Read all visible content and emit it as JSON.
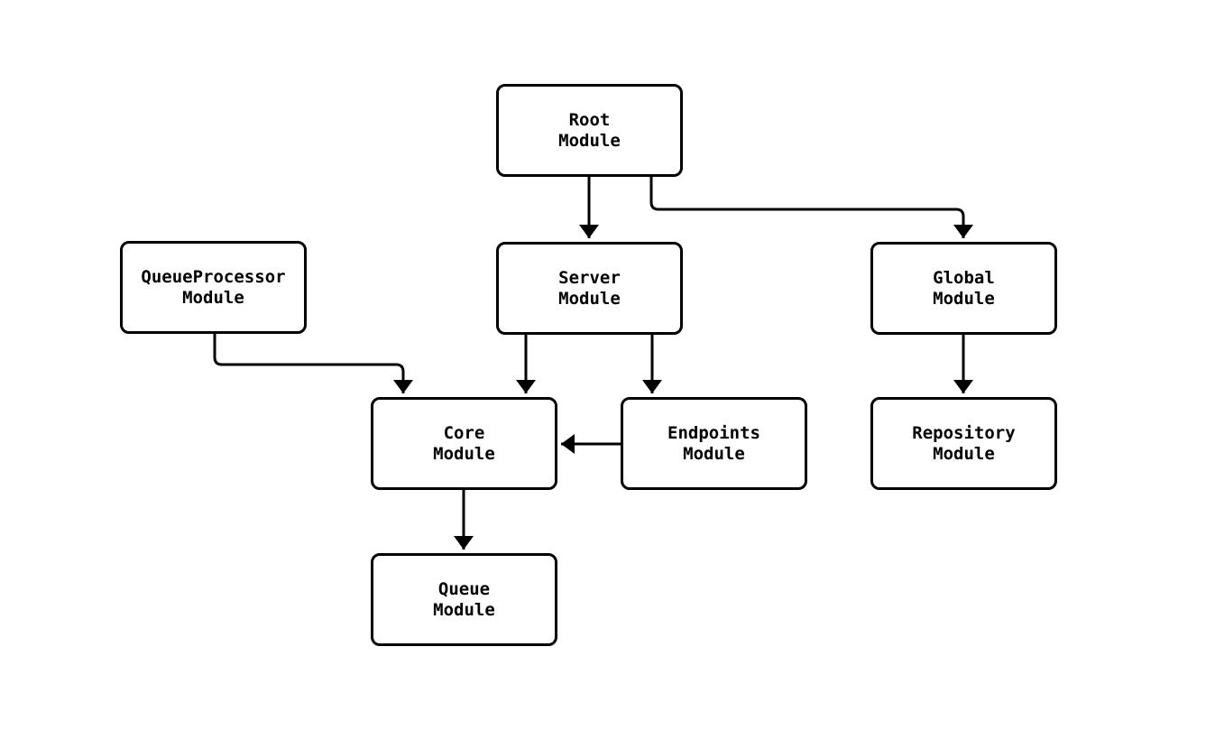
{
  "diagram": {
    "background_color": "#ffffff",
    "stroke_color": "#000000",
    "text_color": "#000000",
    "nodes": {
      "root": {
        "line1": "Root",
        "line2": "Module"
      },
      "queue_processor": {
        "line1": "QueueProcessor",
        "line2": "Module"
      },
      "server": {
        "line1": "Server",
        "line2": "Module"
      },
      "global": {
        "line1": "Global",
        "line2": "Module"
      },
      "core": {
        "line1": "Core",
        "line2": "Module"
      },
      "endpoints": {
        "line1": "Endpoints",
        "line2": "Module"
      },
      "repository": {
        "line1": "Repository",
        "line2": "Module"
      },
      "queue": {
        "line1": "Queue",
        "line2": "Module"
      }
    },
    "edges": [
      {
        "from": "Root Module",
        "to": "Server Module"
      },
      {
        "from": "Root Module",
        "to": "Global Module"
      },
      {
        "from": "QueueProcessor Module",
        "to": "Core Module"
      },
      {
        "from": "Server Module",
        "to": "Core Module"
      },
      {
        "from": "Server Module",
        "to": "Endpoints Module"
      },
      {
        "from": "Endpoints Module",
        "to": "Core Module"
      },
      {
        "from": "Global Module",
        "to": "Repository Module"
      },
      {
        "from": "Core Module",
        "to": "Queue Module"
      }
    ]
  }
}
